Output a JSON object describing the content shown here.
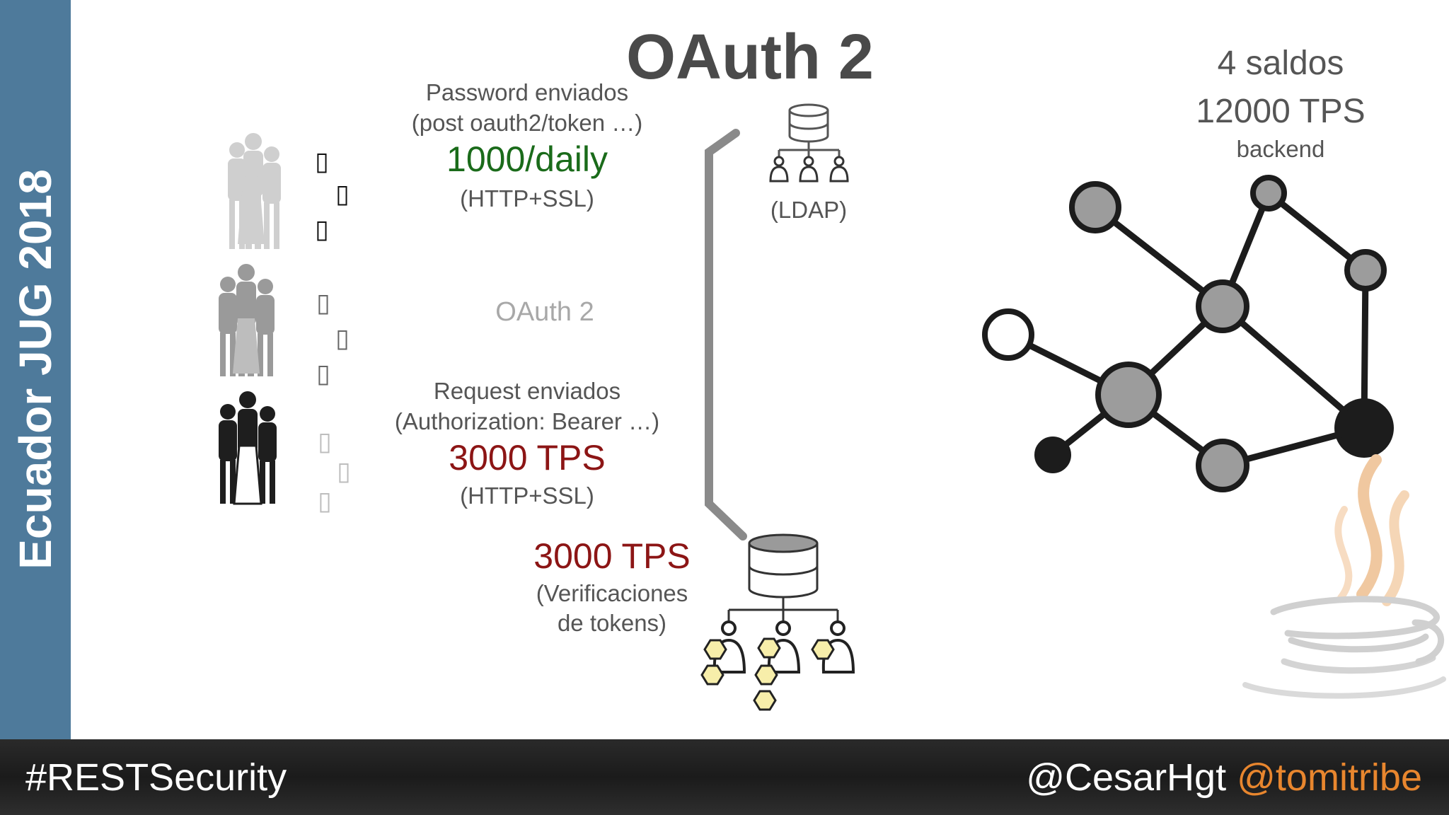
{
  "sidebar": {
    "label": "Ecuador JUG 2018"
  },
  "title": "OAuth 2",
  "token_request": {
    "line1": "Password enviados",
    "line2": "(post oauth2/token …)",
    "rate": "1000/daily",
    "protocol": "(HTTP+SSL)"
  },
  "ldap": {
    "label": "(LDAP)"
  },
  "middle": {
    "label": "OAuth 2"
  },
  "api_request": {
    "line1": "Request enviados",
    "line2": "(Authorization: Bearer …)",
    "rate": "3000 TPS",
    "protocol": "(HTTP+SSL)"
  },
  "verification": {
    "rate": "3000 TPS",
    "line1": "(Verificaciones",
    "line2": "de tokens)"
  },
  "backend": {
    "line1": "4 saldos",
    "line2": "12000 TPS",
    "line3": "backend"
  },
  "client_glyphs": {
    "group1": [
      "▯",
      "▯",
      "▯"
    ],
    "group2": [
      "▯",
      "▯",
      "▯"
    ],
    "group3": [
      "▯",
      "▯",
      "▯"
    ]
  },
  "icons": [
    "family-icon",
    "database-icon",
    "users-icon",
    "token-icon",
    "network-icon",
    "java-icon"
  ],
  "colors": {
    "sidebar": "#4e7a9b",
    "rate_green": "#1a6b1a",
    "rate_red": "#8c1515",
    "org_orange": "#e8862e",
    "footer": "#222222"
  },
  "footer": {
    "hashtag": "#RESTSecurity",
    "author": "@CesarHgt",
    "org": "@tomitribe"
  }
}
